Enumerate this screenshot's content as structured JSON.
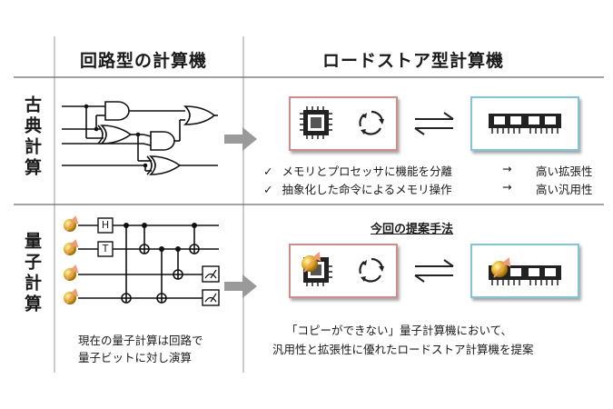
{
  "headers": {
    "circuit": "回路型の計算機",
    "loadstore": "ロードストア型計算機"
  },
  "rows": {
    "classical": "古典計算",
    "quantum": "量子計算"
  },
  "classical": {
    "benefits": [
      {
        "check": "✓",
        "text": "メモリとプロセッサに機能を分離",
        "arrow": "→",
        "result": "高い拡張性"
      },
      {
        "check": "✓",
        "text": "抽象化した命令によるメモリ操作",
        "arrow": "→",
        "result": "高い汎用性"
      }
    ]
  },
  "quantum": {
    "method_title": "今回の提案手法",
    "circuit_caption": [
      "現在の量子計算は回路で",
      "量子ビットに対し演算"
    ],
    "proposal": [
      "「コピーができない」量子計算機において、",
      "汎用性と拡張性に優れたロードストア計算機を提案"
    ]
  },
  "gates": {
    "h": "H",
    "t": "T"
  },
  "colors": {
    "red_box": "#d88a8a",
    "blue_box": "#7fc6dc",
    "arrow_gray": "#9a9a9a",
    "qubit_gold": "#e8b520",
    "qubit_arrow": "#f29a72"
  }
}
